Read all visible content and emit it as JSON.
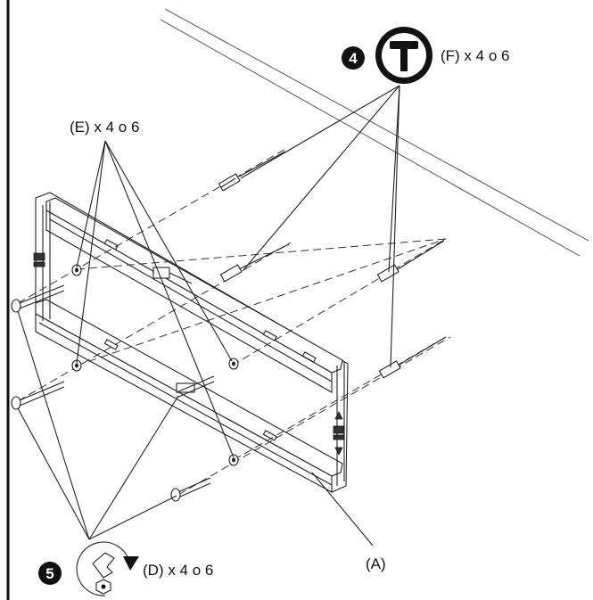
{
  "labels": {
    "step4_number": "4",
    "step5_number": "5",
    "label_f": "(F) x 4 o 6",
    "label_e": "(E) x 4 o 6",
    "label_d": "(D) x 4 o 6",
    "label_a": "(A)"
  },
  "icons": {
    "step4_tool": "hammer-icon",
    "step5_tool": "wrench-tighten-icon"
  },
  "colors": {
    "ink": "#111111",
    "background": "#ffffff"
  }
}
